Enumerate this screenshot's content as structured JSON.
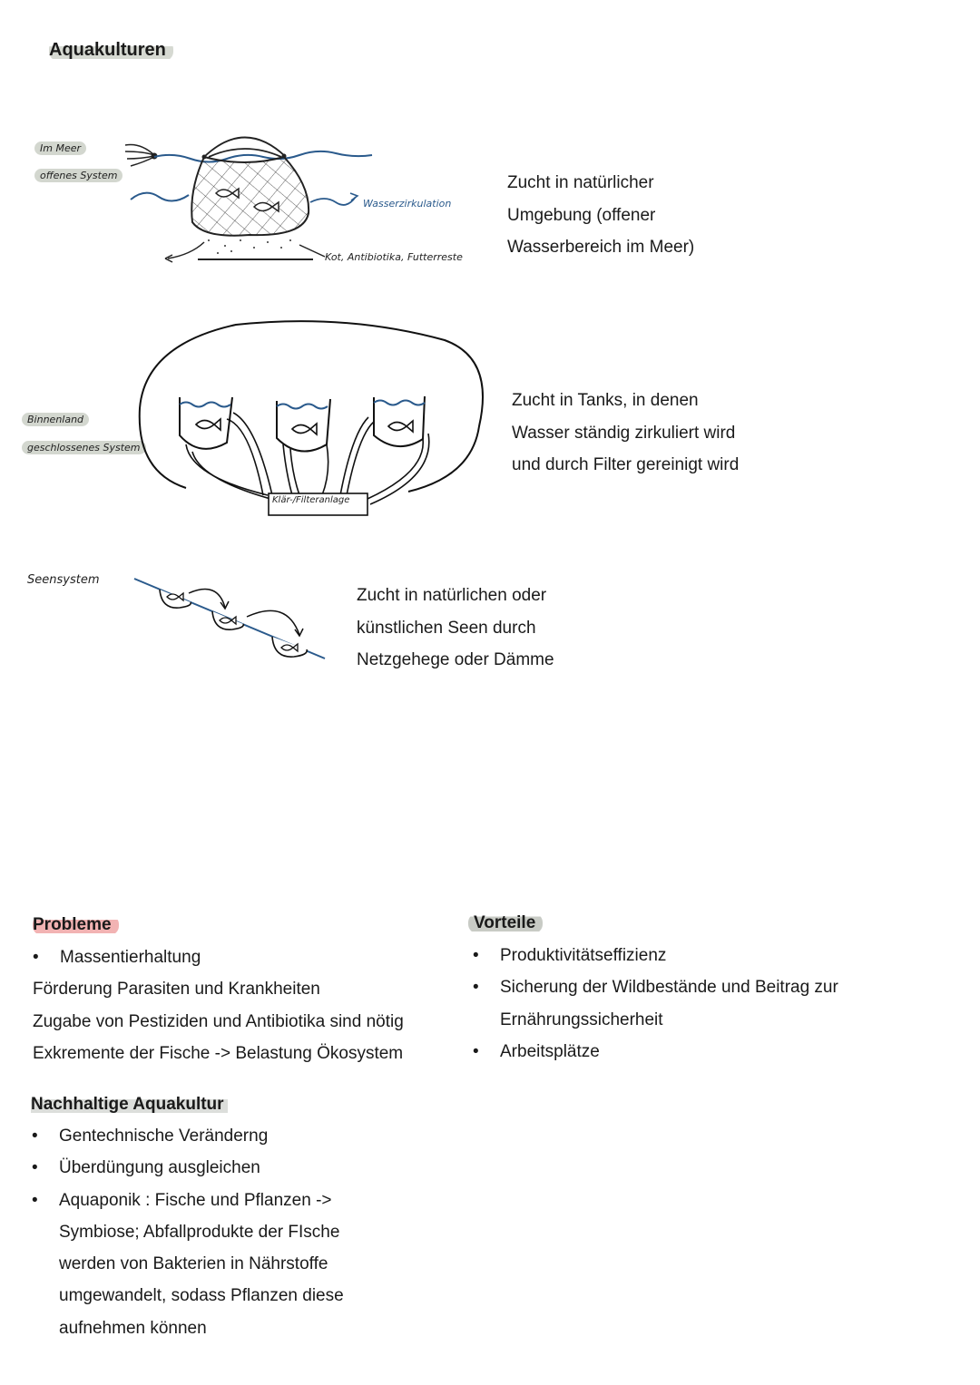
{
  "title": "Aquakulturen",
  "sections": [
    {
      "labels": [
        "Im Meer",
        "offenes System"
      ],
      "annotations": {
        "water": "Wasserzirkulation",
        "waste": "Kot, Antibiotika, Futterreste"
      },
      "description": [
        "Zucht in natürlicher",
        "Umgebung (offener",
        "Wasserbereich im Meer)"
      ]
    },
    {
      "labels": [
        "Binnenland",
        "geschlossenes System"
      ],
      "annotations": {
        "filter": "Klär-/Filteranlage"
      },
      "description": [
        "Zucht in Tanks, in denen",
        "Wasser ständig zirkuliert wird",
        "und durch Filter gereinigt wird"
      ]
    },
    {
      "labels": [
        "Seensystem"
      ],
      "description": [
        "Zucht in natürlichen oder",
        "künstlichen Seen durch",
        "Netzgehege oder Dämme"
      ]
    }
  ],
  "problems": {
    "heading": "Probleme",
    "bullet": "Massentierhaltung",
    "lines": [
      "Förderung Parasiten und Krankheiten",
      "Zugabe von Pestiziden und Antibiotika sind nötig",
      "Exkremente der Fische -> Belastung Ökosystem"
    ]
  },
  "advantages": {
    "heading": "Vorteile",
    "items": [
      {
        "lines": [
          "Produktivitätseffizienz"
        ]
      },
      {
        "lines": [
          "Sicherung der Wildbestände und Beitrag zur",
          "Ernährungssicherheit"
        ]
      },
      {
        "lines": [
          "Arbeitsplätze"
        ]
      }
    ]
  },
  "sustainable": {
    "heading": "Nachhaltige Aquakultur",
    "items": [
      {
        "lines": [
          "Gentechnische Veränderng"
        ]
      },
      {
        "lines": [
          "Überdüngung ausgleichen"
        ]
      },
      {
        "lines": [
          "Aquaponik :  Fische und Pflanzen ->",
          "Symbiose; Abfallprodukte der FIsche",
          "werden von Bakterien in Nährstoffe",
          "umgewandelt, sodass Pflanzen diese",
          "aufnehmen können"
        ]
      }
    ]
  },
  "bullet_char": "•",
  "colors": {
    "water": "#2a5a8c",
    "ink": "#1a1a1a",
    "highlight_red": "#f2b3b3",
    "highlight_grey": "#c8cbc5"
  }
}
